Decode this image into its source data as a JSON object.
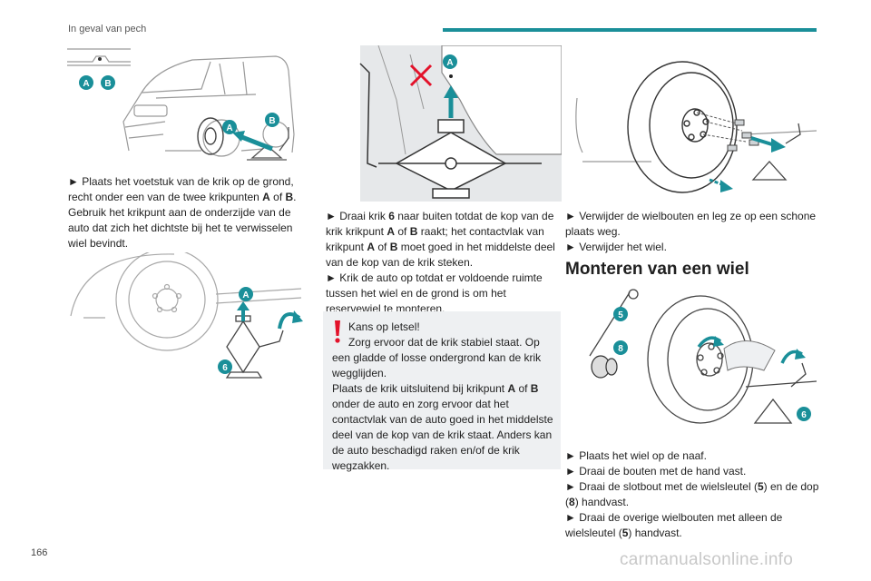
{
  "header": {
    "title": "In geval van pech"
  },
  "page_number": "166",
  "watermark": "carmanualsonline.info",
  "section_title": "Monteren van een wiel",
  "figures": {
    "fig1": {
      "badge_a": "A",
      "badge_b": "B"
    },
    "fig2": {
      "badge_a": "A",
      "badge_6": "6"
    },
    "fig3": {
      "badge_a": "A"
    },
    "fig5": {
      "badge_5": "5",
      "badge_8": "8",
      "badge_6": "6"
    }
  },
  "col1": {
    "p1": {
      "s1": "► Plaats het voetstuk van de krik op de grond, recht onder een van de twee krikpunten ",
      "b1": "A",
      "s2": " of ",
      "b2": "B",
      "s3": ". Gebruik het krikpunt aan de onderzijde van de auto dat zich het dichtste bij het te verwisselen wiel bevindt."
    }
  },
  "col2": {
    "p1": {
      "s1": "► Draai krik ",
      "b1": "6",
      "s2": " naar buiten totdat de kop van de krik krikpunt ",
      "b2": "A",
      "s3": " of ",
      "b3": "B",
      "s4": " raakt; het contactvlak van krikpunt ",
      "b4": "A",
      "s5": " of ",
      "b5": "B",
      "s6": " moet goed in het middelste deel van de kop van de krik steken."
    },
    "p2": "► Krik de auto op totdat er voldoende ruimte tussen het wiel en de grond is om het reservewiel te monteren.",
    "warning": {
      "l1": "Kans op letsel!",
      "l2": "Zorg ervoor dat de krik stabiel staat. Op een gladde of losse ondergrond kan de krik wegglijden.",
      "l3": {
        "s1": "Plaats de krik uitsluitend bij krikpunt ",
        "b1": "A",
        "s2": " of ",
        "b2": "B",
        "s3": " onder de auto en zorg ervoor dat het contactvlak van de auto goed in het middelste deel van de kop van de krik staat. Anders kan de auto beschadigd raken en/of de krik wegzakken."
      }
    }
  },
  "col3": {
    "p1": "► Verwijder de wielbouten en leg ze op een schone plaats weg.",
    "p2": "► Verwijder het wiel.",
    "mount": {
      "p1": "► Plaats het wiel op de naaf.",
      "p2": "► Draai de bouten met de hand vast.",
      "p3": {
        "s1": "► Draai de slotbout met de wielsleutel (",
        "b1": "5",
        "s2": ") en de dop (",
        "b2": "8",
        "s3": ") handvast."
      },
      "p4": {
        "s1": "► Draai de overige wielbouten met alleen de wielsleutel (",
        "b1": "5",
        "s2": ") handvast."
      }
    }
  },
  "colors": {
    "accent": "#1a8f99",
    "badge": "#1a8f99",
    "warning_red": "#e3122a",
    "arrow": "#1a8f99"
  }
}
